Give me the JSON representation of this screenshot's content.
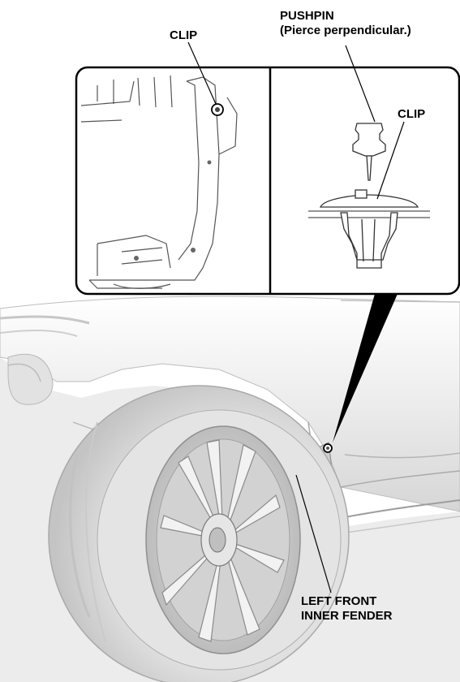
{
  "labels": {
    "clip_left": "CLIP",
    "pushpin_title": "PUSHPIN",
    "pushpin_note": "(Pierce perpendicular.)",
    "clip_right": "CLIP",
    "fender_line1": "LEFT FRONT",
    "fender_line2": "INNER FENDER"
  },
  "colors": {
    "ink": "#000000",
    "body_shade": "#e9e9e9",
    "tire_shade": "#d9d9d9",
    "inset_bg": "#ffffff"
  }
}
